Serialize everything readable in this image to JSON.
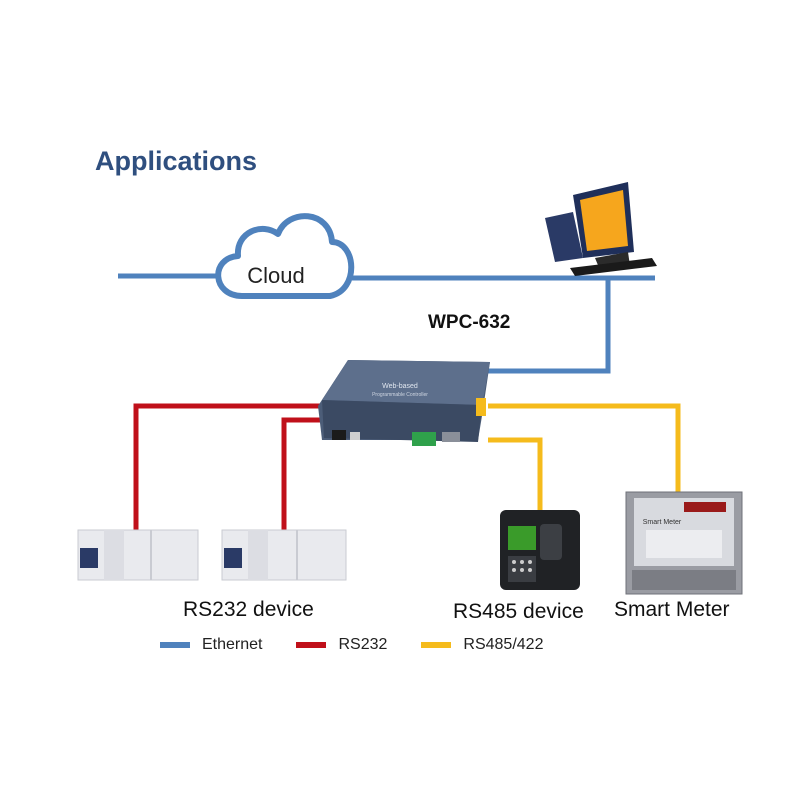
{
  "title": "Applications",
  "cloud_label": "Cloud",
  "controller_model": "WPC-632",
  "controller_face_text": [
    "Web-based",
    "Programmable Controller"
  ],
  "devices": {
    "rs232": "RS232 device",
    "rs485": "RS485 device",
    "meter": "Smart Meter",
    "meter_face_text": "Smart Meter"
  },
  "legend": [
    {
      "label": "Ethernet",
      "color": "#4f82bd"
    },
    {
      "label": "RS232",
      "color": "#c0101a"
    },
    {
      "label": "RS485/422",
      "color": "#f5bb1c"
    }
  ],
  "colors": {
    "ethernet": "#4f82bd",
    "rs232": "#c0101a",
    "rs485": "#f5bb1c",
    "title": "#2f4f7f"
  }
}
